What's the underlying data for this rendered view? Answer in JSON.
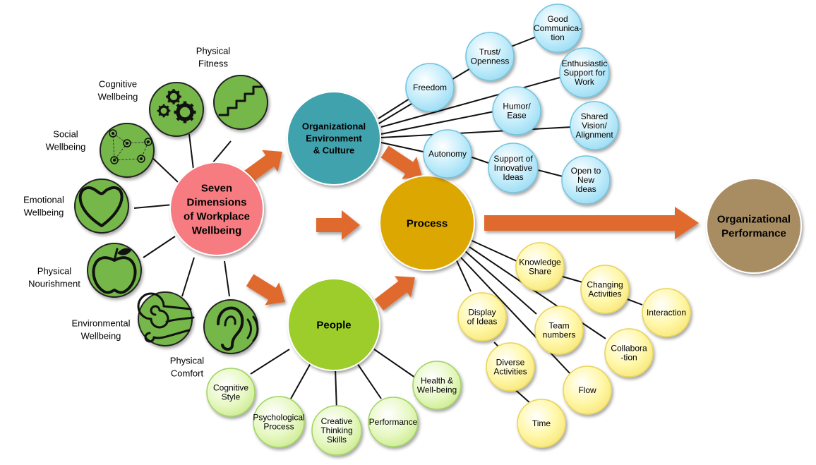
{
  "colors": {
    "core": "#f77b82",
    "environment": "#3fa2ad",
    "process": "#dba700",
    "people": "#9ccd2a",
    "performance": "#a88d63",
    "dimension_icon_fill": "#74b74a",
    "env_bubble": "#c2ecfa",
    "people_bubble": "#e7f8c4",
    "process_bubble": "#fff7a8",
    "arrow": "#e06b2f"
  },
  "core": {
    "lines": [
      "Seven",
      "Dimensions",
      "of Workplace",
      "Wellbeing"
    ]
  },
  "environment": {
    "lines": [
      "Organizational",
      "Environment",
      "& Culture"
    ]
  },
  "process": {
    "lines": [
      "Process"
    ]
  },
  "people": {
    "lines": [
      "People"
    ]
  },
  "performance": {
    "lines": [
      "Organizational",
      "Performance"
    ]
  },
  "dimensions": [
    {
      "icon": "stairs-icon",
      "lines": [
        "Physical",
        "Fitness"
      ]
    },
    {
      "icon": "gears-icon",
      "lines": [
        "Cognitive",
        "Wellbeing"
      ]
    },
    {
      "icon": "network-icon",
      "lines": [
        "Social",
        "Wellbeing"
      ]
    },
    {
      "icon": "heart-icon",
      "lines": [
        "Emotional",
        "Wellbeing"
      ]
    },
    {
      "icon": "apple-icon",
      "lines": [
        "Physical",
        "Nourishment"
      ]
    },
    {
      "icon": "wind-swirl-icon",
      "lines": [
        "Environmental",
        "Wellbeing"
      ]
    },
    {
      "icon": "ear-icon",
      "lines": [
        "Physical",
        "Comfort"
      ]
    }
  ],
  "environment_items": [
    {
      "lines": [
        "Freedom"
      ]
    },
    {
      "lines": [
        "Trust/",
        "Openness"
      ]
    },
    {
      "lines": [
        "Good",
        "Communica-",
        "tion"
      ]
    },
    {
      "lines": [
        "Enthusiastic",
        "Support for",
        "Work"
      ]
    },
    {
      "lines": [
        "Humor/",
        "Ease"
      ]
    },
    {
      "lines": [
        "Shared",
        "Vision/",
        "Alignment"
      ]
    },
    {
      "lines": [
        "Autonomy"
      ]
    },
    {
      "lines": [
        "Support of",
        "Innovative",
        "Ideas"
      ]
    },
    {
      "lines": [
        "Open to",
        "New",
        "Ideas"
      ]
    }
  ],
  "people_items": [
    {
      "lines": [
        "Cognitive",
        "Style"
      ]
    },
    {
      "lines": [
        "Psychological",
        "Process"
      ]
    },
    {
      "lines": [
        "Creative",
        "Thinking",
        "Skills"
      ]
    },
    {
      "lines": [
        "Performance"
      ]
    },
    {
      "lines": [
        "Health &",
        "Well-being"
      ]
    }
  ],
  "process_items": [
    {
      "lines": [
        "Knowledge",
        "Share"
      ]
    },
    {
      "lines": [
        "Changing",
        "Activities"
      ]
    },
    {
      "lines": [
        "Interaction"
      ]
    },
    {
      "lines": [
        "Display",
        "of Ideas"
      ]
    },
    {
      "lines": [
        "Team",
        "numbers"
      ]
    },
    {
      "lines": [
        "Collabora",
        "-tion"
      ]
    },
    {
      "lines": [
        "Diverse",
        "Activities"
      ]
    },
    {
      "lines": [
        "Flow"
      ]
    },
    {
      "lines": [
        "Time"
      ]
    }
  ]
}
